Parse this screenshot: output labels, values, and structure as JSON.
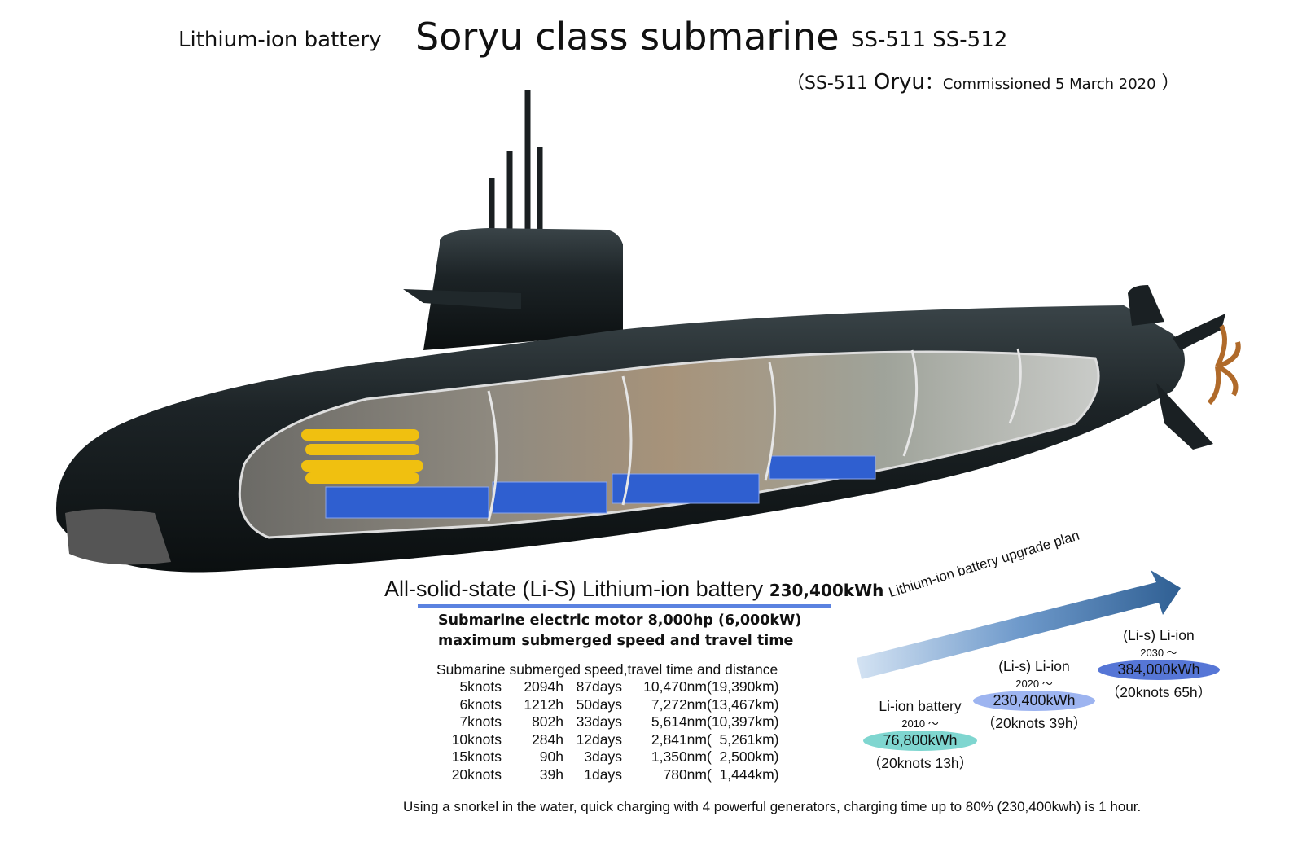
{
  "header": {
    "subtitle": "Lithium-ion battery",
    "title": "Soryu class submarine",
    "hull_numbers": "SS-511  SS-512",
    "commission_open": "（SS-511",
    "commission_name": "Oryu",
    "commission_sep": "：",
    "commission_text": "Commissioned 5 March 2020",
    "commission_close": "）"
  },
  "battery": {
    "title": "All-solid-state (Li-S) Lithium-ion battery",
    "capacity": "230,400kWh",
    "motor_line1": "Submarine electric motor 8,000hp (6,000kW)",
    "motor_line2": "maximum submerged speed and travel time"
  },
  "speed_table": {
    "title": "Submarine submerged speed,travel time and distance",
    "rows": [
      [
        "5knots",
        "2094h",
        "87days",
        "10,470nm",
        "(19,390km)"
      ],
      [
        "6knots",
        "1212h",
        "50days",
        "7,272nm",
        "(13,467km)"
      ],
      [
        "7knots",
        "802h",
        "33days",
        "5,614nm",
        "(10,397km)"
      ],
      [
        "10knots",
        "284h",
        "12days",
        "2,841nm",
        "(  5,261km)"
      ],
      [
        "15knots",
        "90h",
        "3days",
        "1,350nm",
        "(  2,500km)"
      ],
      [
        "20knots",
        "39h",
        "1days",
        "780nm",
        "(  1,444km)"
      ]
    ]
  },
  "upgrade_plan": {
    "label": "Lithium-ion battery upgrade plan",
    "stages": [
      {
        "name": "Li-ion battery",
        "year": "2010 ～",
        "capacity": "76,800kWh",
        "range": "（20knots 13h）",
        "color": "#7fd6d0"
      },
      {
        "name": "(Li-s) Li-ion",
        "year": "2020 ～",
        "capacity": "230,400kWh",
        "range": "（20knots 39h）",
        "color": "#9db4f0"
      },
      {
        "name": "(Li-s) Li-ion",
        "year": "2030 ～",
        "capacity": "384,000kWh",
        "range": "（20knots 65h）",
        "color": "#5676d6"
      }
    ]
  },
  "footer": "Using a snorkel in the water, quick charging with 4 powerful generators, charging time up to 80% (230,400kwh)  is 1 hour."
}
